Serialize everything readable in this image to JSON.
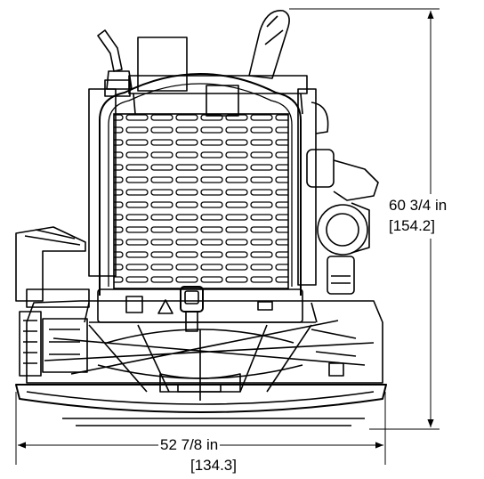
{
  "dimensions": {
    "height": {
      "imperial": "60 3/4  in",
      "metric": "[154.2]"
    },
    "width": {
      "imperial": "52 7/8  in",
      "metric": "[134.3]"
    }
  }
}
